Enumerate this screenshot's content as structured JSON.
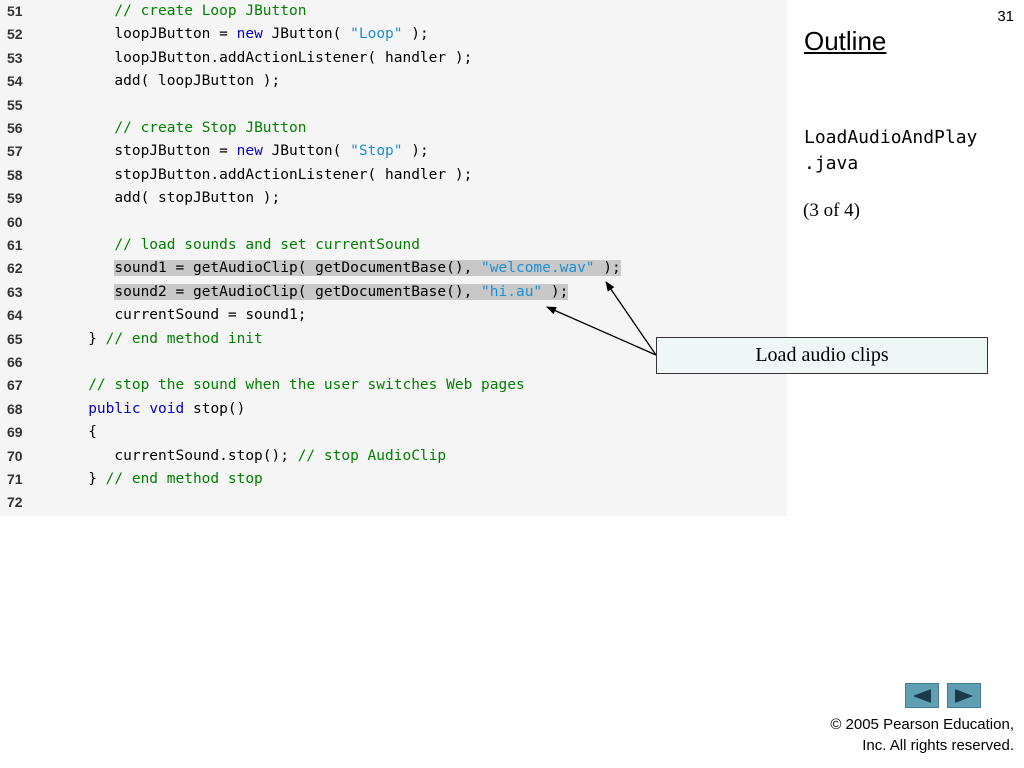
{
  "slide": {
    "page_number": "31",
    "outline_title": "Outline",
    "filename_line1": "LoadAudioAndPlay",
    "filename_line2": ".java",
    "page_indicator": "(3 of 4)",
    "callout": "Load audio clips",
    "copyright_line1": "© 2005 Pearson Education,",
    "copyright_line2": "Inc.  All rights reserved."
  },
  "navigation": {
    "prev_icon": "left-triangle-icon",
    "next_icon": "right-triangle-icon"
  },
  "colors": {
    "comment": "#008000",
    "keyword": "#0000cc",
    "string": "#1e8fd6",
    "highlight": "#c8c8c8",
    "nav_button": "#5f9eb3"
  },
  "code_lines": [
    {
      "num": "51",
      "tokens": [
        {
          "t": "      "
        },
        {
          "t": "// create Loop JButton",
          "c": "comment"
        }
      ]
    },
    {
      "num": "52",
      "tokens": [
        {
          "t": "      loopJButton = "
        },
        {
          "t": "new",
          "c": "keyword"
        },
        {
          "t": " JButton( "
        },
        {
          "t": "\"Loop\"",
          "c": "string"
        },
        {
          "t": " );"
        }
      ]
    },
    {
      "num": "53",
      "tokens": [
        {
          "t": "      loopJButton.addActionListener( handler );"
        }
      ]
    },
    {
      "num": "54",
      "tokens": [
        {
          "t": "      add( loopJButton );"
        }
      ]
    },
    {
      "num": "55",
      "tokens": []
    },
    {
      "num": "56",
      "tokens": [
        {
          "t": "      "
        },
        {
          "t": "// create Stop JButton",
          "c": "comment"
        }
      ]
    },
    {
      "num": "57",
      "tokens": [
        {
          "t": "      stopJButton = "
        },
        {
          "t": "new",
          "c": "keyword"
        },
        {
          "t": " JButton( "
        },
        {
          "t": "\"Stop\"",
          "c": "string"
        },
        {
          "t": " );"
        }
      ]
    },
    {
      "num": "58",
      "tokens": [
        {
          "t": "      stopJButton.addActionListener( handler );"
        }
      ]
    },
    {
      "num": "59",
      "tokens": [
        {
          "t": "      add( stopJButton );"
        }
      ]
    },
    {
      "num": "60",
      "tokens": []
    },
    {
      "num": "61",
      "tokens": [
        {
          "t": "      "
        },
        {
          "t": "// load sounds and set currentSound",
          "c": "comment"
        }
      ]
    },
    {
      "num": "62",
      "tokens": [
        {
          "t": "      "
        },
        {
          "t": "sound1 = getAudioClip( getDocumentBase(), ",
          "h": true
        },
        {
          "t": "\"welcome.wav\"",
          "c": "string",
          "h": true
        },
        {
          "t": " );",
          "h": true
        }
      ]
    },
    {
      "num": "63",
      "tokens": [
        {
          "t": "      "
        },
        {
          "t": "sound2 = getAudioClip( getDocumentBase(), ",
          "h": true
        },
        {
          "t": "\"hi.au\"",
          "c": "string",
          "h": true
        },
        {
          "t": " );",
          "h": true
        }
      ]
    },
    {
      "num": "64",
      "tokens": [
        {
          "t": "      currentSound = sound1;"
        }
      ]
    },
    {
      "num": "65",
      "tokens": [
        {
          "t": "   } "
        },
        {
          "t": "// end method init",
          "c": "comment"
        }
      ]
    },
    {
      "num": "66",
      "tokens": []
    },
    {
      "num": "67",
      "tokens": [
        {
          "t": "   "
        },
        {
          "t": "// stop the sound when the user switches Web pages",
          "c": "comment"
        }
      ]
    },
    {
      "num": "68",
      "tokens": [
        {
          "t": "   "
        },
        {
          "t": "public",
          "c": "keyword"
        },
        {
          "t": " "
        },
        {
          "t": "void",
          "c": "keyword"
        },
        {
          "t": " stop()"
        }
      ]
    },
    {
      "num": "69",
      "tokens": [
        {
          "t": "   {"
        }
      ]
    },
    {
      "num": "70",
      "tokens": [
        {
          "t": "      currentSound.stop(); "
        },
        {
          "t": "// stop AudioClip",
          "c": "comment"
        }
      ]
    },
    {
      "num": "71",
      "tokens": [
        {
          "t": "   } "
        },
        {
          "t": "// end method stop",
          "c": "comment"
        }
      ]
    },
    {
      "num": "72",
      "tokens": []
    }
  ]
}
